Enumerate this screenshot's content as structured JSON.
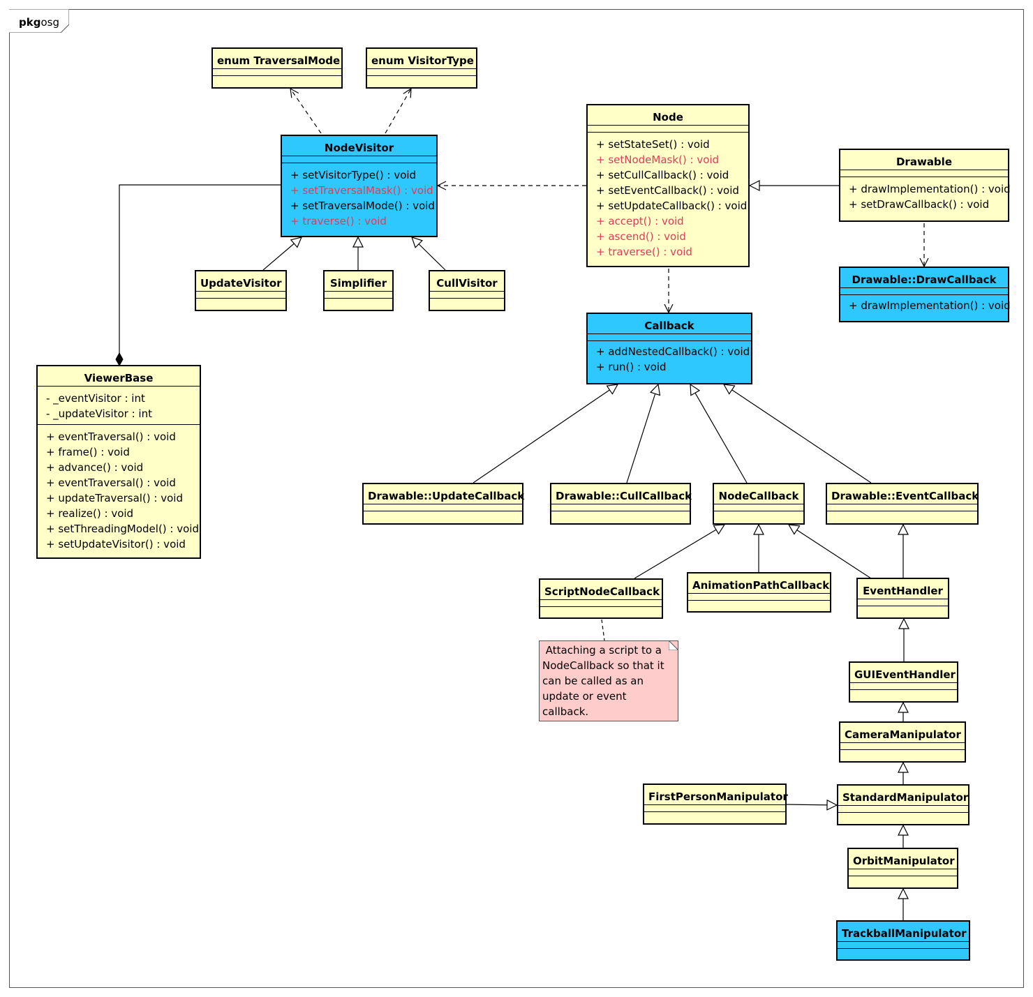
{
  "package": {
    "keyword": "pkg",
    "name": "osg"
  },
  "classes": {
    "traversal_mode": {
      "name": "enum TraversalMode"
    },
    "visitor_type": {
      "name": "enum VisitorType"
    },
    "node_visitor": {
      "name": "NodeVisitor",
      "ops": [
        "+ setVisitorType() : void",
        "+ setTraversalMask() : void",
        "+ setTraversalMode() : void",
        "+ traverse() : void"
      ]
    },
    "update_visitor": {
      "name": "UpdateVisitor"
    },
    "simplifier": {
      "name": "Simplifier"
    },
    "cull_visitor": {
      "name": "CullVisitor"
    },
    "viewer_base": {
      "name": "ViewerBase",
      "attrs": [
        "- _eventVisitor : int",
        "- _updateVisitor : int"
      ],
      "ops": [
        "+ eventTraversal() : void",
        "+ frame() : void",
        "+ advance() : void",
        "+ eventTraversal() : void",
        "+ updateTraversal() : void",
        "+ realize() : void",
        "+ setThreadingModel() : void",
        "+ setUpdateVisitor() : void"
      ]
    },
    "node": {
      "name": "Node",
      "ops": [
        "+ setStateSet() : void",
        "+ setNodeMask() : void",
        "+ setCullCallback() : void",
        "+ setEventCallback() : void",
        "+ setUpdateCallback() : void",
        "+ accept() : void",
        "+ ascend() : void",
        "+ traverse() : void"
      ]
    },
    "drawable": {
      "name": "Drawable",
      "ops": [
        "+ drawImplementation() : void",
        "+ setDrawCallback() : void"
      ]
    },
    "draw_callback": {
      "name": "Drawable::DrawCallback",
      "ops": [
        "+ drawImplementation() : void"
      ]
    },
    "callback": {
      "name": "Callback",
      "ops": [
        "+ addNestedCallback() : void",
        "+ run() : void"
      ]
    },
    "update_callback": {
      "name": "Drawable::UpdateCallback"
    },
    "cull_callback": {
      "name": "Drawable::CullCallback"
    },
    "node_callback": {
      "name": "NodeCallback"
    },
    "event_callback": {
      "name": "Drawable::EventCallback"
    },
    "script_node_callback": {
      "name": "ScriptNodeCallback"
    },
    "animation_path_callback": {
      "name": "AnimationPathCallback"
    },
    "event_handler": {
      "name": "EventHandler"
    },
    "gui_event_handler": {
      "name": "GUIEventHandler"
    },
    "camera_manipulator": {
      "name": "CameraManipulator"
    },
    "first_person_manipulator": {
      "name": "FirstPersonManipulator"
    },
    "standard_manipulator": {
      "name": "StandardManipulator"
    },
    "orbit_manipulator": {
      "name": "OrbitManipulator"
    },
    "trackball_manipulator": {
      "name": "TrackballManipulator"
    }
  },
  "note": {
    "lines": [
      " Attaching a script to a",
      "NodeCallback so that it",
      "can be called as an",
      "update or event callback."
    ]
  },
  "colors": {
    "class_fill": "#ffffc8",
    "highlight_fill": "#2ec8ff",
    "highlight_text": "#e03c5a",
    "note_fill": "#ffcccc"
  }
}
